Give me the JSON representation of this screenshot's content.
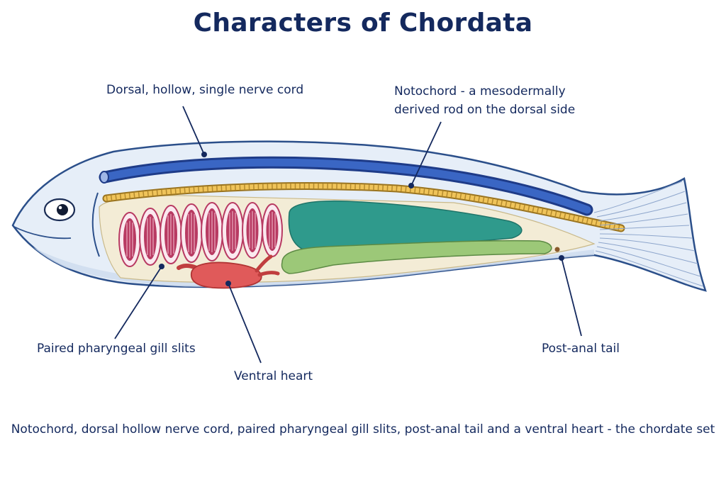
{
  "title": "Characters of Chordata",
  "labels": {
    "nerve_cord": "Dorsal, hollow, single nerve cord",
    "notochord_line1": "Notochord - a mesodermally",
    "notochord_line2": "derived rod on the dorsal side",
    "gill_slits": "Paired pharyngeal gill slits",
    "heart": "Ventral heart",
    "tail": "Post-anal tail"
  },
  "caption": "Notochord, dorsal hollow nerve cord, paired pharyngeal gill slits, post-anal tail and a ventral heart - the chordate set",
  "colors": {
    "text": "#14295e",
    "body_outline": "#2b4f8a",
    "body_fill": "#e6eef8",
    "nerve_cord": "#2448a0",
    "notochord": "#e8b84a",
    "gut": "#2f9a8c",
    "intestine": "#9cc878",
    "heart": "#e05a5a",
    "gill": "#b83a62"
  }
}
